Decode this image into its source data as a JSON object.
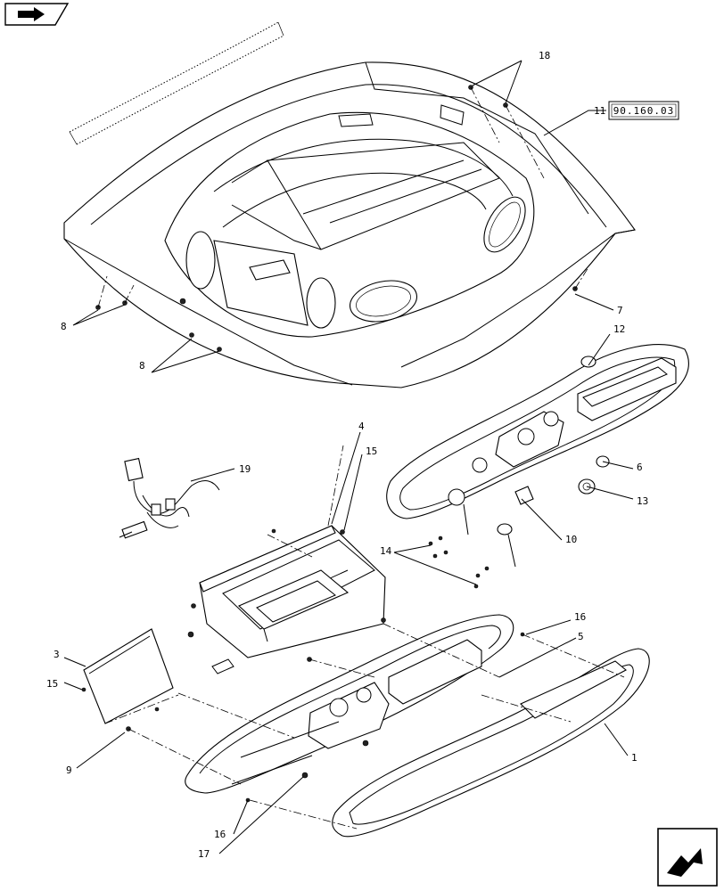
{
  "reference_box": "90.160.03",
  "nav_icon": "back-arrow-icon",
  "corner_icon": "next-page-arrow-icon",
  "callouts": {
    "c1": "1",
    "c3": "3",
    "c4": "4",
    "c5": "5",
    "c6": "6",
    "c7": "7",
    "c8a": "8",
    "c8b": "8",
    "c9": "9",
    "c10": "10",
    "c11": "11",
    "c12": "12",
    "c13": "13",
    "c14": "14",
    "c15a": "15",
    "c15b": "15",
    "c16a": "16",
    "c16b": "16",
    "c17": "17",
    "c18": "18",
    "c19": "19"
  }
}
